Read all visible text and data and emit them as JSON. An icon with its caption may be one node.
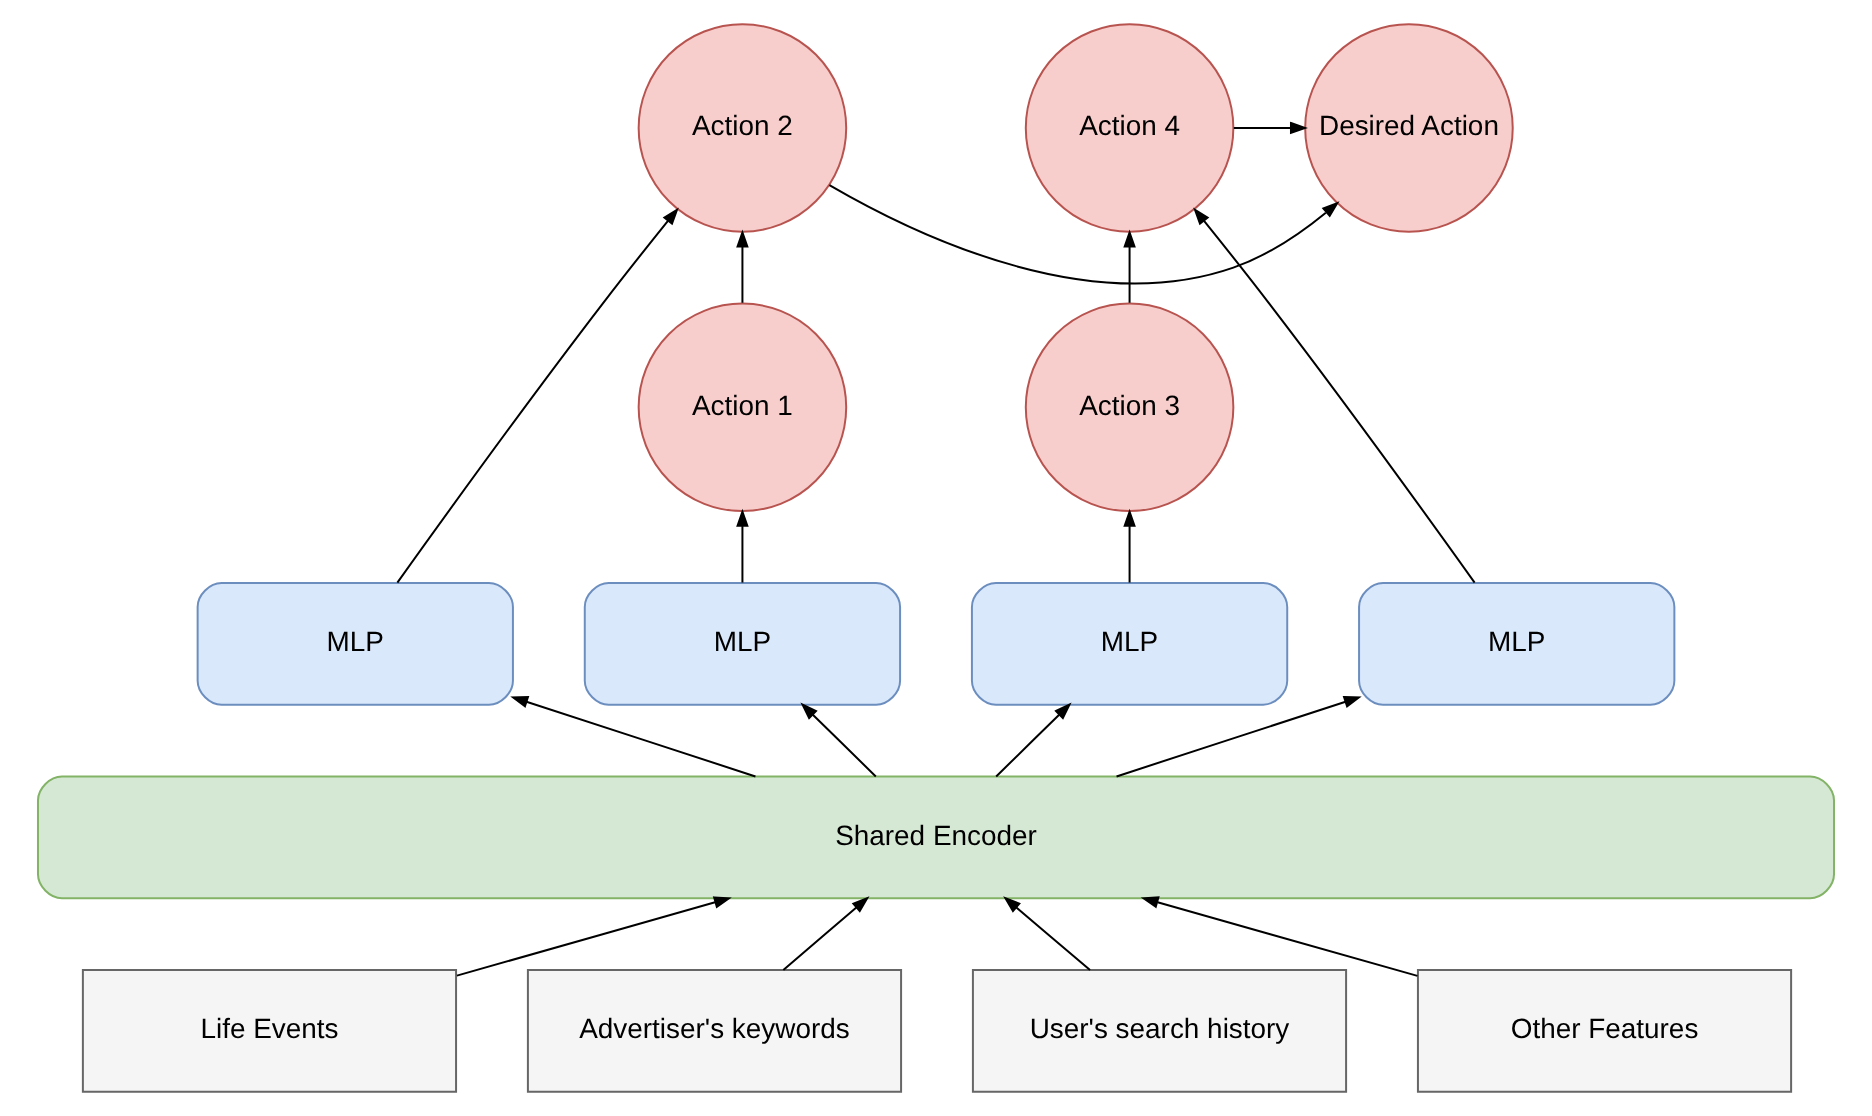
{
  "diagram": {
    "nodes": [
      {
        "text": [
          "Action 2"
        ]
      },
      {
        "text": [
          "Desired Action"
        ]
      },
      {
        "text": [
          "Action 4"
        ]
      },
      {
        "text": [
          "Action 1"
        ]
      },
      {
        "text": [
          "Action 3"
        ]
      },
      {
        "text": [
          "MLP"
        ]
      },
      {
        "text": [
          "MLP"
        ]
      },
      {
        "text": [
          "MLP"
        ]
      },
      {
        "text": [
          "MLP"
        ]
      },
      {
        "text": [
          "Shared Encoder"
        ]
      },
      {
        "text": [
          "Life Events"
        ]
      },
      {
        "text": [
          "Advertiser's keywords"
        ]
      },
      {
        "text": [
          "User's search history"
        ]
      },
      {
        "text": [
          "Other Features"
        ]
      }
    ],
    "edges": [
      {
        "from": 10,
        "to": 9,
        "arrow": "to"
      },
      {
        "from": 11,
        "to": 9,
        "arrow": "to"
      },
      {
        "from": 12,
        "to": 9,
        "arrow": "to"
      },
      {
        "from": 13,
        "to": 9,
        "arrow": "to"
      },
      {
        "from": 9,
        "to": 5,
        "arrow": "to"
      },
      {
        "from": 9,
        "to": 6,
        "arrow": "to"
      },
      {
        "from": 9,
        "to": 7,
        "arrow": "to"
      },
      {
        "from": 9,
        "to": 8,
        "arrow": "to"
      },
      {
        "from": 5,
        "to": 0,
        "arrow": "to"
      },
      {
        "from": 6,
        "to": 3,
        "arrow": "to"
      },
      {
        "from": 7,
        "to": 4,
        "arrow": "to"
      },
      {
        "from": 8,
        "to": 2,
        "arrow": "to"
      },
      {
        "from": 3,
        "to": 0,
        "arrow": "to"
      },
      {
        "from": 4,
        "to": 2,
        "arrow": "to"
      },
      {
        "from": 0,
        "to": 1,
        "arrow": "to"
      },
      {
        "from": 2,
        "to": 1,
        "arrow": "to"
      }
    ]
  }
}
